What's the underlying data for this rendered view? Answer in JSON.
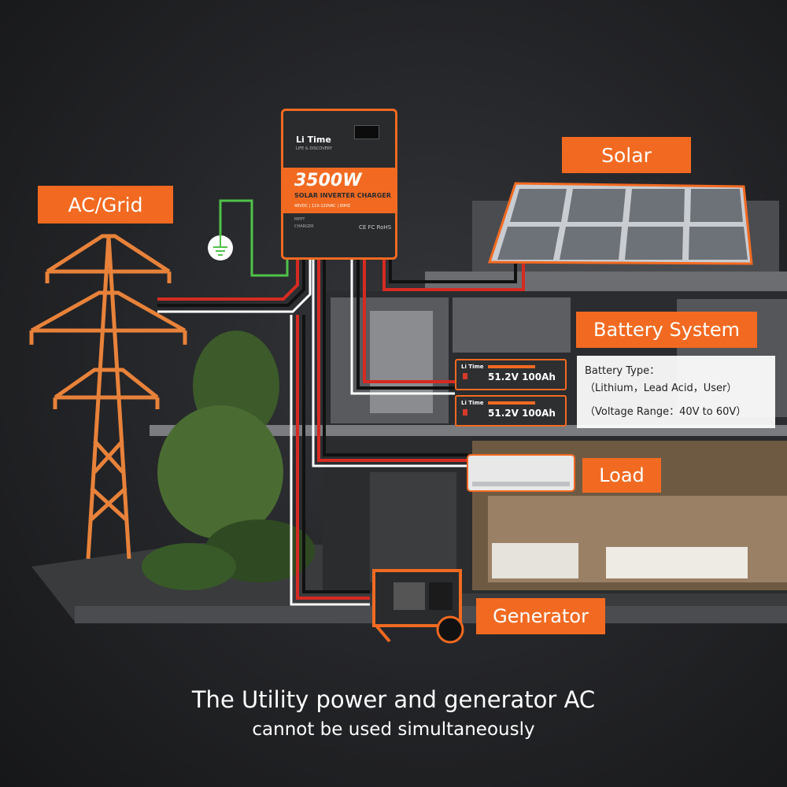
{
  "labels": {
    "ac_grid": "AC/Grid",
    "solar": "Solar",
    "battery_system": "Battery System",
    "load": "Load",
    "generator": "Generator"
  },
  "battery_info": {
    "line1": "Battery Type：",
    "line2": "（Lithium，Lead Acid，User）",
    "line3": "（Voltage Range：40V to 60V）"
  },
  "inverter": {
    "brand": "Li Time",
    "tagline": "LIFE & DISCOVERY",
    "power": "3500W",
    "subtitle": "SOLAR INVERTER CHARGER",
    "spec": "48VDC | 110-120VAC | 60HZ",
    "details": [
      "MPPT",
      "CHARGER"
    ],
    "cert": "CE FC RoHS"
  },
  "battery_module": {
    "brand": "Li Time",
    "rating": "51.2V 100Ah"
  },
  "caption": {
    "line1": "The Utility power and generator AC",
    "line2": "cannot be used simultaneously"
  },
  "colors": {
    "accent": "#f26a21",
    "wire_red": "#d62b22",
    "wire_black": "#111111",
    "wire_white": "#ffffff",
    "ground_green": "#4fc24a"
  }
}
